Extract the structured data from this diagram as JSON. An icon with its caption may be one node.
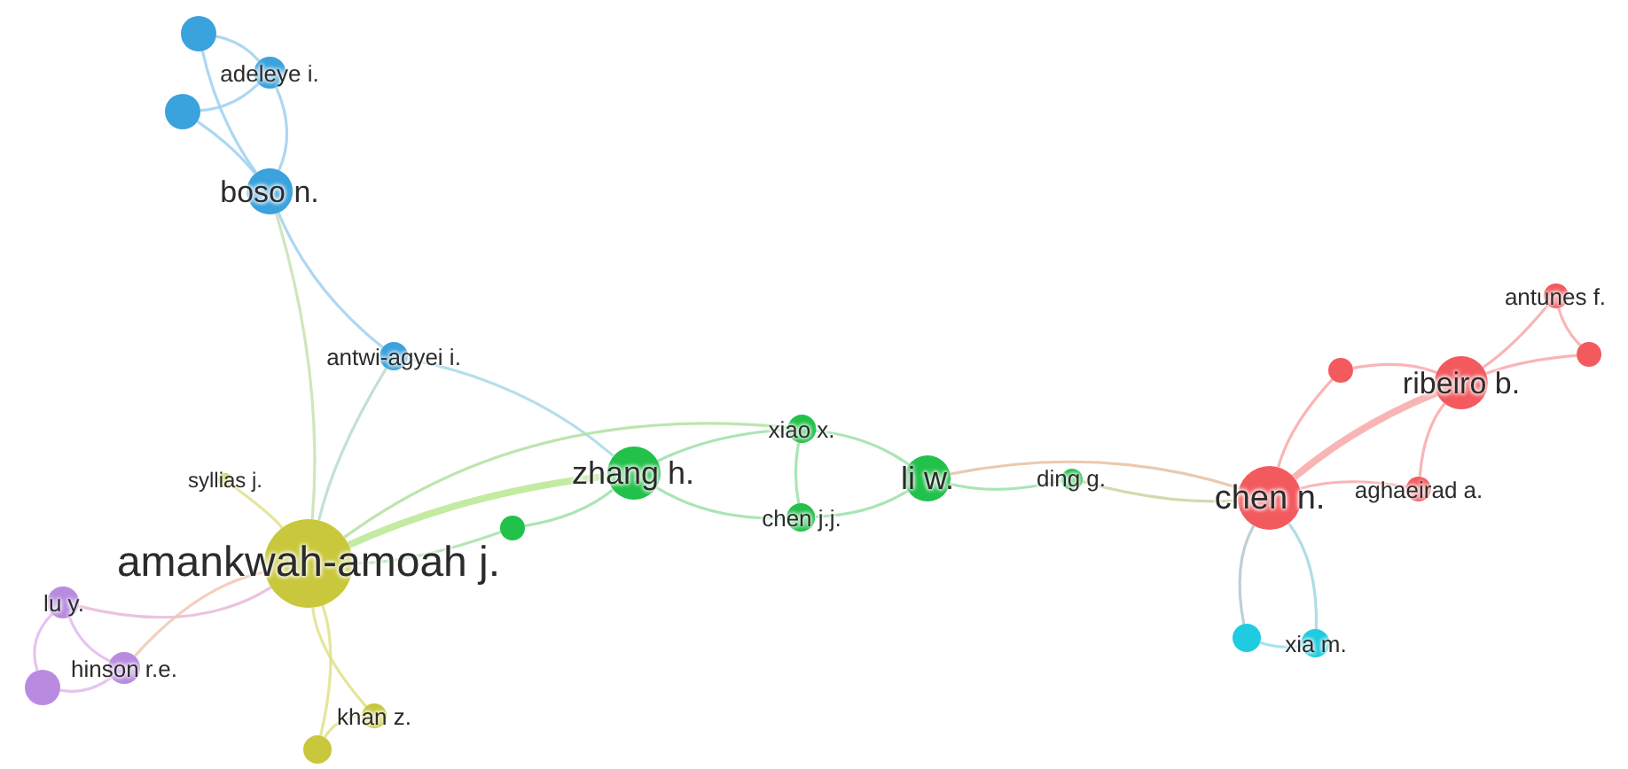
{
  "diagram": {
    "nodes": [
      {
        "text": [],
        "shape": "circle"
      },
      {
        "text": [
          "adeleye i."
        ]
      },
      {
        "text": [],
        "shape": "circle"
      },
      {
        "text": [
          "boso n."
        ]
      },
      {
        "text": [
          "antwi-agyei i."
        ]
      },
      {
        "text": [
          "syllias j."
        ]
      },
      {
        "text": [
          "amankwah-amoah j."
        ]
      },
      {
        "text": [],
        "shape": "circle"
      },
      {
        "text": [
          "zhang h."
        ]
      },
      {
        "text": [
          "xiao x."
        ]
      },
      {
        "text": [
          "chen j.j."
        ]
      },
      {
        "text": [
          "li w."
        ]
      },
      {
        "text": [
          "ding g."
        ]
      },
      {
        "text": [
          "chen n."
        ]
      },
      {
        "text": [],
        "shape": "circle"
      },
      {
        "text": [
          "ribeiro b."
        ]
      },
      {
        "text": [
          "antunes f."
        ]
      },
      {
        "text": [],
        "shape": "circle"
      },
      {
        "text": [
          "aghaeirad a."
        ]
      },
      {
        "text": [
          "lu y."
        ]
      },
      {
        "text": [
          "hinson r.e."
        ]
      },
      {
        "text": [],
        "shape": "circle"
      },
      {
        "text": [
          "khan z."
        ]
      },
      {
        "text": [],
        "shape": "circle"
      },
      {
        "text": [],
        "shape": "circle"
      },
      {
        "text": [
          "xia m."
        ]
      }
    ],
    "edges": [
      {
        "from": 0,
        "to": 1,
        "arrow": "none",
        "color": "#9fd0f0"
      },
      {
        "from": 0,
        "to": 3,
        "arrow": "none",
        "color": "#9fd0f0"
      },
      {
        "from": 2,
        "to": 1,
        "arrow": "none",
        "color": "#9fd0f0"
      },
      {
        "from": 2,
        "to": 3,
        "arrow": "none",
        "color": "#9fd0f0"
      },
      {
        "from": 1,
        "to": 3,
        "arrow": "none",
        "color": "#9fd0f0"
      },
      {
        "from": 3,
        "to": 4,
        "arrow": "none",
        "color": "#9fd0f0"
      },
      {
        "from": 3,
        "to": 6,
        "arrow": "none",
        "color": "#c8e0b0"
      },
      {
        "from": 4,
        "to": 6,
        "arrow": "none",
        "color": "#b8dcc8"
      },
      {
        "from": 4,
        "to": 8,
        "arrow": "none",
        "color": "#a8d8e8"
      },
      {
        "from": 6,
        "to": 8,
        "arrow": "none",
        "style": "thick",
        "color": "#b8e890"
      },
      {
        "from": 6,
        "to": 9,
        "arrow": "none",
        "color": "#b0e0a0"
      },
      {
        "from": 6,
        "to": 7,
        "arrow": "none",
        "color": "#a8e0a8"
      },
      {
        "from": 7,
        "to": 8,
        "arrow": "none",
        "color": "#9be0a8"
      },
      {
        "from": 6,
        "to": 5,
        "arrow": "none",
        "color": "#e0e08a"
      },
      {
        "from": 6,
        "to": 19,
        "arrow": "none",
        "color": "#e8b8d8"
      },
      {
        "from": 6,
        "to": 20,
        "arrow": "none",
        "color": "#f0c8b0"
      },
      {
        "from": 6,
        "to": 22,
        "arrow": "none",
        "color": "#e0e08a"
      },
      {
        "from": 6,
        "to": 23,
        "arrow": "none",
        "color": "#e0e08a"
      },
      {
        "from": 22,
        "to": 23,
        "arrow": "none",
        "color": "#e0e08a"
      },
      {
        "from": 19,
        "to": 20,
        "arrow": "none",
        "color": "#e0b8f0"
      },
      {
        "from": 19,
        "to": 21,
        "arrow": "none",
        "color": "#e0b8f0"
      },
      {
        "from": 20,
        "to": 21,
        "arrow": "none",
        "color": "#e0b8f0"
      },
      {
        "from": 8,
        "to": 9,
        "arrow": "none",
        "color": "#9be0a8"
      },
      {
        "from": 8,
        "to": 10,
        "arrow": "none",
        "color": "#9be0a8"
      },
      {
        "from": 9,
        "to": 10,
        "arrow": "none",
        "color": "#9be0a8"
      },
      {
        "from": 9,
        "to": 11,
        "arrow": "none",
        "color": "#9be0a8"
      },
      {
        "from": 10,
        "to": 11,
        "arrow": "none",
        "color": "#9be0a8"
      },
      {
        "from": 11,
        "to": 12,
        "arrow": "none",
        "color": "#9be0a8"
      },
      {
        "from": 11,
        "to": 13,
        "arrow": "none",
        "color": "#e8c0a0"
      },
      {
        "from": 12,
        "to": 13,
        "arrow": "none",
        "color": "#d0d0a0"
      },
      {
        "from": 13,
        "to": 14,
        "arrow": "none",
        "color": "#f8a8a8"
      },
      {
        "from": 13,
        "to": 15,
        "arrow": "none",
        "style": "thick",
        "color": "#f8a8a8"
      },
      {
        "from": 13,
        "to": 18,
        "arrow": "none",
        "color": "#f8a8a8"
      },
      {
        "from": 14,
        "to": 15,
        "arrow": "none",
        "color": "#f8a8a8"
      },
      {
        "from": 15,
        "to": 18,
        "arrow": "none",
        "color": "#f8a8a8"
      },
      {
        "from": 15,
        "to": 16,
        "arrow": "none",
        "color": "#f8a8a8"
      },
      {
        "from": 15,
        "to": 17,
        "arrow": "none",
        "color": "#f8a8a8"
      },
      {
        "from": 16,
        "to": 17,
        "arrow": "none",
        "color": "#f8a8a8"
      },
      {
        "from": 13,
        "to": 24,
        "arrow": "none",
        "color": "#b0c8d0"
      },
      {
        "from": 13,
        "to": 25,
        "arrow": "none",
        "color": "#a0d8e0"
      },
      {
        "from": 24,
        "to": 25,
        "arrow": "none",
        "color": "#8ee0ea"
      }
    ]
  }
}
